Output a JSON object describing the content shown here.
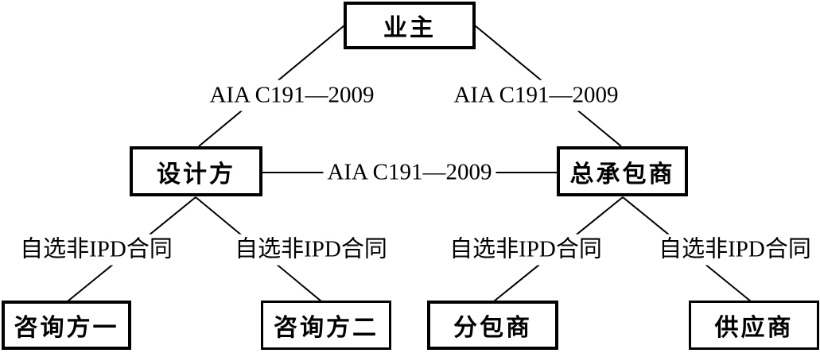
{
  "diagram": {
    "nodes": {
      "owner": "业主",
      "designer": "设计方",
      "contractor": "总承包商",
      "consultant1": "咨询方一",
      "consultant2": "咨询方二",
      "subcontractor": "分包商",
      "supplier": "供应商"
    },
    "edges": [
      {
        "from": "业主",
        "to": "设计方",
        "label": "AIA C191—2009"
      },
      {
        "from": "业主",
        "to": "总承包商",
        "label": "AIA C191—2009"
      },
      {
        "from": "设计方",
        "to": "总承包商",
        "label": "AIA C191—2009"
      },
      {
        "from": "设计方",
        "to": "咨询方一",
        "label": "自选非IPD合同"
      },
      {
        "from": "设计方",
        "to": "咨询方二",
        "label": "自选非IPD合同"
      },
      {
        "from": "总承包商",
        "to": "分包商",
        "label": "自选非IPD合同"
      },
      {
        "from": "总承包商",
        "to": "供应商",
        "label": "自选非IPD合同"
      }
    ],
    "colors": {
      "line": "#000000",
      "box_border": "#000000",
      "background": "#ffffff",
      "text": "#000000"
    }
  }
}
